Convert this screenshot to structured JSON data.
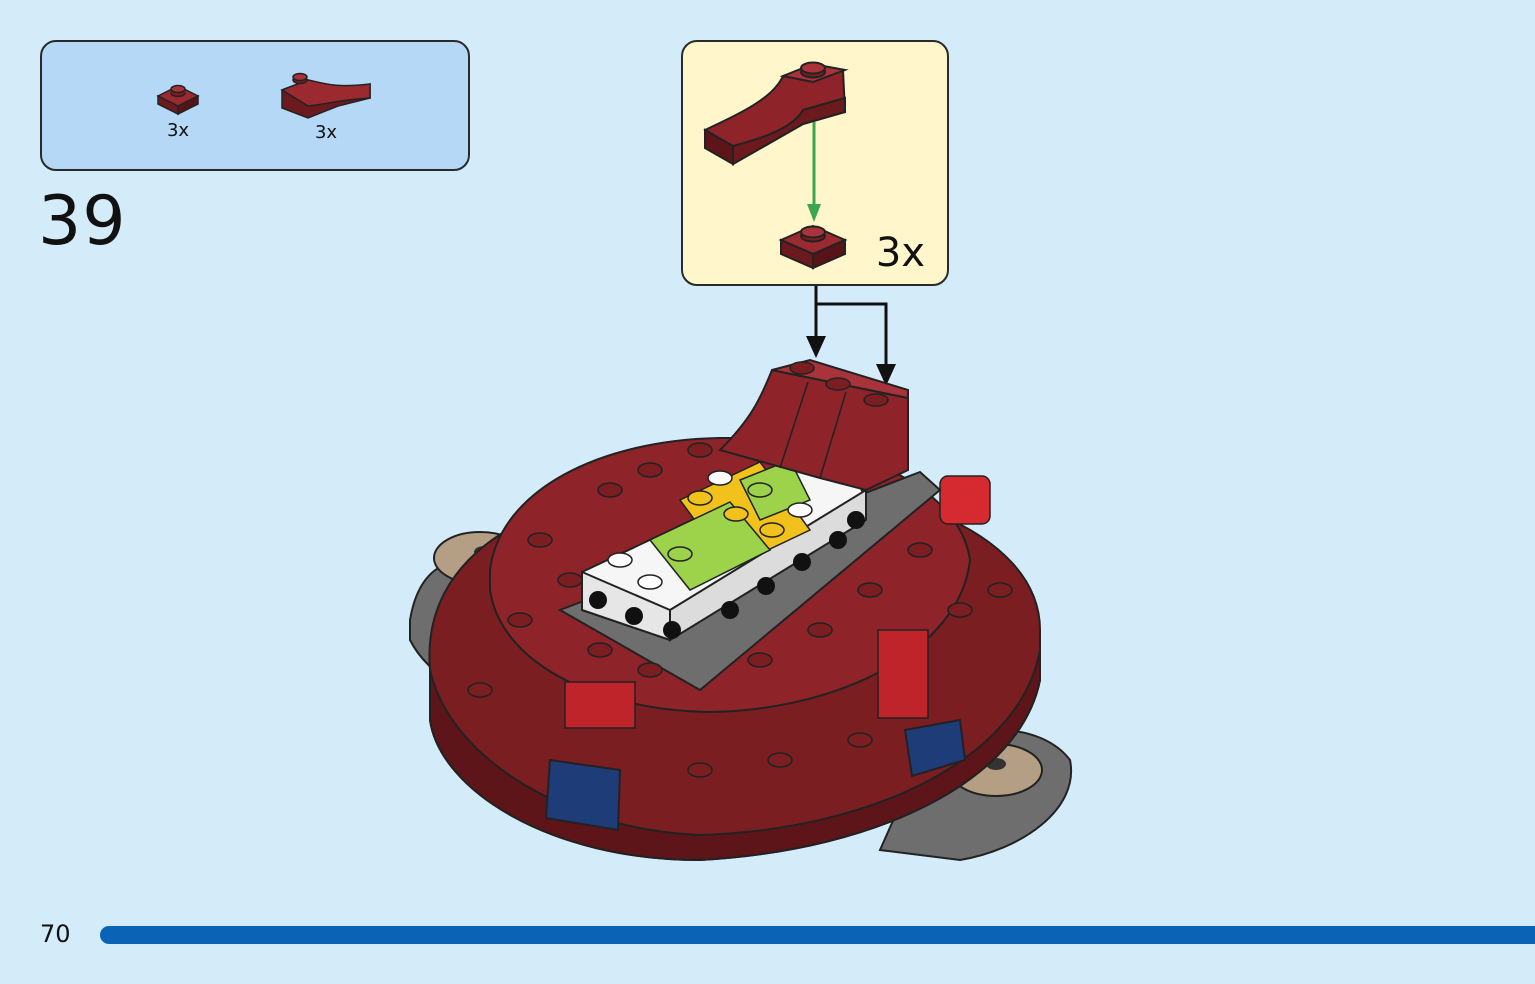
{
  "step": {
    "number": "39",
    "parts": [
      {
        "name": "plate-1x1",
        "color": "#7a1e22",
        "qty": "3x"
      },
      {
        "name": "slope-curved-1x3",
        "color": "#7a1e22",
        "qty": "3x"
      }
    ],
    "subassembly": {
      "qty": "3x"
    }
  },
  "page": {
    "number": "70"
  },
  "colors": {
    "background": "#d4ebfa",
    "parts_box": "#b4d8f5",
    "sub_box": "#fff6cc",
    "dark_red": "#7a1e22",
    "progress_bar": "#0b63b6",
    "arrow_green": "#3aa64e"
  }
}
